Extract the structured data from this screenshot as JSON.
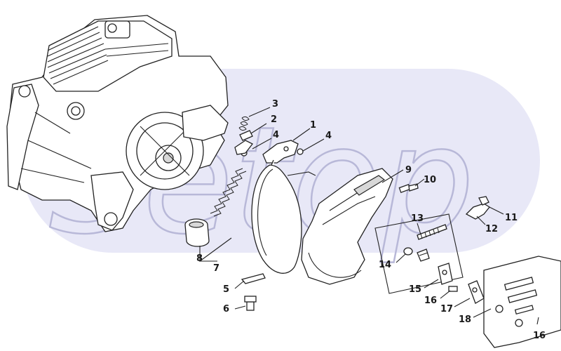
{
  "diagram": {
    "watermark_text": "Setop",
    "callouts": [
      "1",
      "2",
      "3",
      "4",
      "4",
      "5",
      "6",
      "7",
      "8",
      "9",
      "10",
      "11",
      "12",
      "13",
      "14",
      "15",
      "16",
      "16",
      "17",
      "18"
    ]
  }
}
